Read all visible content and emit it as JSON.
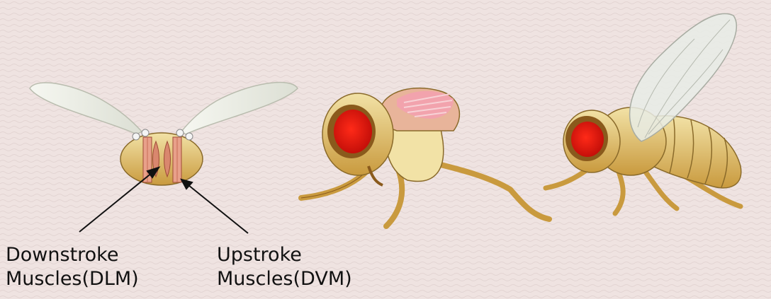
{
  "labels": {
    "downstroke": {
      "line1": "Downstroke",
      "line2": "Muscles(DLM)"
    },
    "upstroke": {
      "line1": "Upstroke",
      "line2": "Muscles(DVM)"
    }
  },
  "colors": {
    "background": "#efe3e1",
    "body": "#e9d08a",
    "body_shade": "#c79a3e",
    "outline": "#8a5a1c",
    "eye": "#e01a12",
    "muscle": "#e8a08a",
    "muscle_pink": "#f2a3ad",
    "wing": "#eef0e8"
  }
}
